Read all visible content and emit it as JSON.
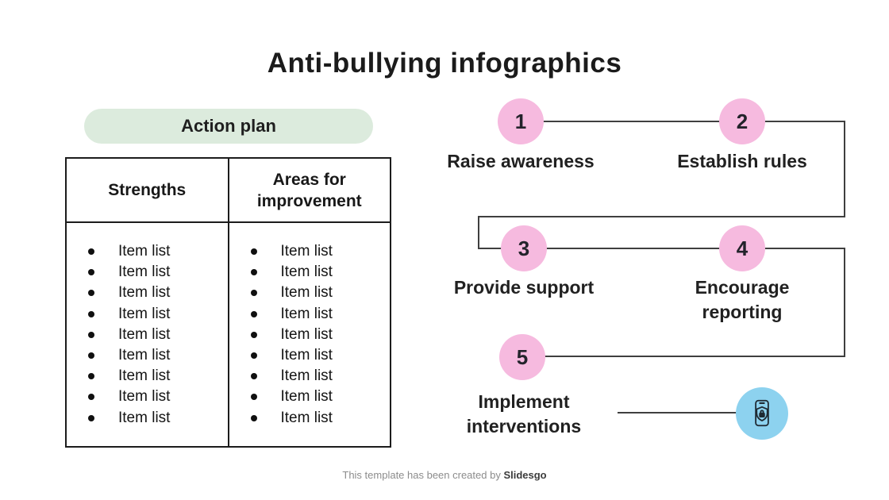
{
  "slide": {
    "title": "Anti-bullying infographics",
    "footer": {
      "text": "This template has been created by ",
      "brand": "Slidesgo"
    }
  },
  "action_plan": {
    "label": "Action plan",
    "table": {
      "columns": [
        {
          "header": "Strengths",
          "items": [
            "Item list",
            "Item list",
            "Item list",
            "Item list",
            "Item list",
            "Item list",
            "Item list",
            "Item list",
            "Item list"
          ]
        },
        {
          "header": "Areas for improvement",
          "items": [
            "Item list",
            "Item list",
            "Item list",
            "Item list",
            "Item list",
            "Item list",
            "Item list",
            "Item list",
            "Item list"
          ]
        }
      ]
    }
  },
  "steps": [
    {
      "number": "1",
      "label": "Raise awareness"
    },
    {
      "number": "2",
      "label": "Establish rules"
    },
    {
      "number": "3",
      "label": "Provide support"
    },
    {
      "number": "4",
      "label": "Encourage reporting"
    },
    {
      "number": "5",
      "label": "Implement interventions"
    }
  ],
  "icons": {
    "security": "phone-shield-lock-icon"
  },
  "colors": {
    "step_circle_pink": "#f6badf",
    "pill_green": "#dcebdd",
    "icon_circle_blue": "#8dd2ef",
    "connector_gray": "#3f3f3f",
    "table_border_black": "#1c1c1c"
  }
}
